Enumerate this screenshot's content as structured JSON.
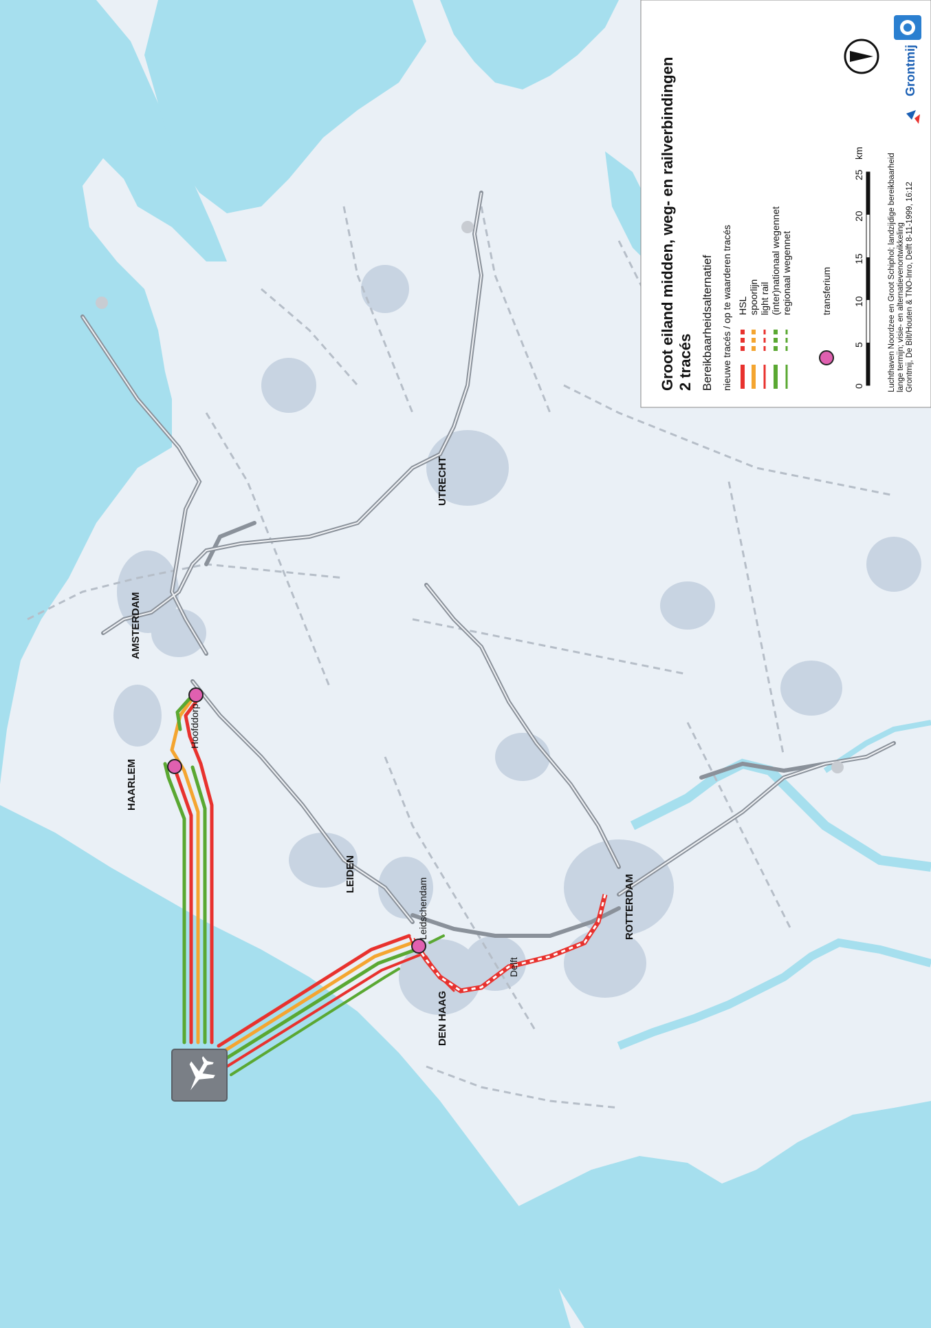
{
  "legend": {
    "title": "Groot eiland midden, weg- en railverbindingen",
    "subtitle": "2 tracés",
    "alternative": "Bereikbaarheidsalternatief",
    "column_header": "nieuwe tracés / op te waarderen tracés",
    "items": [
      {
        "label": "HSL",
        "color": "#e8322e"
      },
      {
        "label": "spoorlijn",
        "color": "#f4a530"
      },
      {
        "label": "light rail",
        "color": "#e8322e"
      },
      {
        "label": "(inter)nationaal wegennet",
        "color": "#5aa832"
      },
      {
        "label": "regionaal wegennet",
        "color": "#5aa832"
      }
    ],
    "transferium_label": "transferium",
    "transferium_color": "#e060b0",
    "scale_ticks": [
      "0",
      "5",
      "10",
      "15",
      "20",
      "25"
    ],
    "scale_unit": "km",
    "credits": [
      "Luchthaven Noordzee en Groot Schiphol; landzijdige bereikbaarheid",
      "lange termijn; visie- en alternatievenontwikkeling",
      "Grontmij, De Bilt/Houten & TNO-Inro, Delft 8-11-1999, 16:12"
    ],
    "brand": "Grontmij",
    "north_icon": "north-arrow-icon",
    "logo_icon": "tno-logo-icon"
  },
  "cities": {
    "amsterdam": "AMSTERDAM",
    "haarlem": "HAARLEM",
    "hoofddorp": "Hoofddorp",
    "leiden": "LEIDEN",
    "utrecht": "UTRECHT",
    "leidschendam": "Leidschendam",
    "den_haag": "DEN HAAG",
    "delft": "Delft",
    "rotterdam": "ROTTERDAM"
  },
  "airport_icon": "airplane-icon",
  "colors": {
    "sea": "#a6dfee",
    "land": "#eaf0f6",
    "urban": "#c8d4e2",
    "road": "#8a919a",
    "hsl": "#e8322e",
    "spoorlijn": "#f4a530",
    "wegennet": "#5aa832",
    "transferium": "#e060b0"
  }
}
